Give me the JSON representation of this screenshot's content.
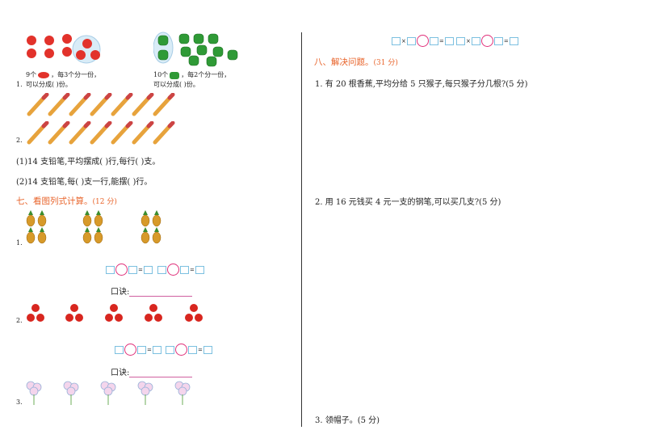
{
  "left": {
    "q1": {
      "num": "1.",
      "tomato_line1": "9个",
      "tomato_line1b": "，每3个分一份，",
      "tomato_line2": "可以分成(      )份。",
      "pepper_line1": "10个",
      "pepper_line1b": "，每2个分一份，",
      "pepper_line2": "可以分成(      )份。"
    },
    "q2": {
      "num": "2.",
      "sub1": "(1)14 支铅笔,平均摆成(       )行,每行(       )支。",
      "sub2": "(2)14 支铅笔,每(       )支一行,能摆(       )行。"
    },
    "section7": {
      "title": "七、看图列式计算。",
      "points": "(12 分)",
      "item1_num": "1.",
      "item2_num": "2.",
      "item3_num": "3.",
      "kou_label": "口诀:"
    }
  },
  "right": {
    "section8": {
      "title": "八、解决问题。",
      "points": "(31 分)",
      "q1": "1.  有 20 根香蕉,平均分给 5 只猴子,每只猴子分几根?(5 分)",
      "q2": "2.  用 16 元钱买 4 元一支的钢笔,可以买几支?(5 分)",
      "q3": "3. 领帽子。(5 分)"
    },
    "top_eq_op": "×"
  },
  "colors": {
    "accent": "#e8632a",
    "circle": "#e0307a",
    "box": "#7cc0e0",
    "underline": "#d060a0"
  }
}
